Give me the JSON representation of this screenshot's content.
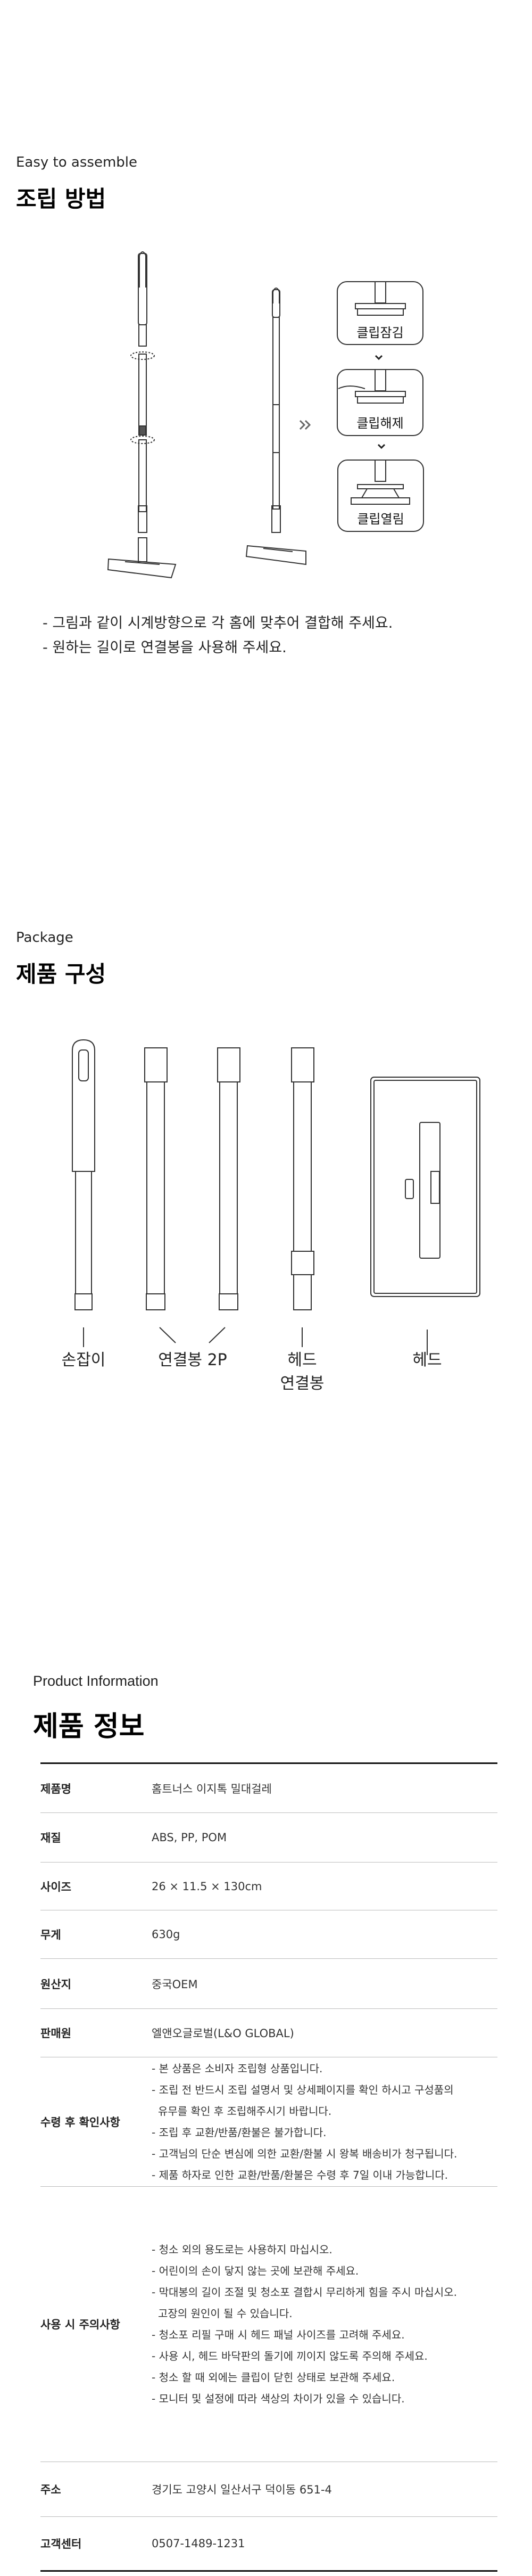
{
  "assemble": {
    "eyebrow": "Easy to assemble",
    "title": "조립 방법",
    "clip_steps": [
      "클립잠김",
      "클립해제",
      "클립열림"
    ],
    "instructions": [
      "- 그림과 같이 시계방향으로 각 홈에 맞추어 결합해 주세요.",
      "- 원하는 길이로 연결봉을 사용해 주세요."
    ]
  },
  "package": {
    "eyebrow": "Package",
    "title": "제품 구성",
    "items": [
      {
        "label": "손잡이"
      },
      {
        "label": "연결봉 2P"
      },
      {
        "label": "헤드",
        "label2": "연결봉"
      },
      {
        "label": "헤드"
      }
    ]
  },
  "info": {
    "eyebrow": "Product Information",
    "title": "제품 정보",
    "rows": [
      {
        "key": "제품명",
        "value": "홈트너스 이지톡 밀대걸레"
      },
      {
        "key": "재질",
        "value": "ABS, PP, POM"
      },
      {
        "key": "사이즈",
        "value": "26 × 11.5 × 130cm"
      },
      {
        "key": "무게",
        "value": "630g"
      },
      {
        "key": "원산지",
        "value": "중국OEM"
      },
      {
        "key": "판매원",
        "value": "엘앤오글로벌(L&O GLOBAL)"
      }
    ],
    "check": {
      "key": "수령 후 확인사항",
      "lines": [
        "- 본 상품은 소비자 조립형 상품입니다.",
        "- 조립 전 반드시 조립 설명서 및 상세페이지를 확인 하시고 구성품의",
        "유무를 확인 후 조립해주시기 바랍니다.",
        "- 조립 후 교환/반품/환불은 불가합니다.",
        "- 고객님의 단순 변심에 의한 교환/환불 시 왕복 배송비가 청구됩니다.",
        "- 제품 하자로 인한 교환/반품/환불은 수령 후 7일 이내 가능합니다."
      ]
    },
    "caution": {
      "key": "사용 시 주의사항",
      "lines": [
        "- 청소 외의 용도로는 사용하지 마십시오.",
        "- 어린이의 손이 닿지 않는 곳에 보관해 주세요.",
        "- 막대봉의 길이 조절 및 청소포 결합시 무리하게 힘을 주시 마십시오.",
        "고장의 원인이 될 수 있습니다.",
        "- 청소포 리필 구매 시 헤드 패널 사이즈를 고려해 주세요.",
        "- 사용 시, 헤드 바닥판의 돌기에 끼이지 않도록 주의해 주세요.",
        "- 청소 할 때 외에는 클립이 닫힌 상태로 보관해 주세요.",
        "- 모니터 및 설정에 따라 색상의 차이가 있을 수 있습니다."
      ]
    },
    "tail_rows": [
      {
        "key": "주소",
        "value": "경기도 고양시 일산서구 덕이동 651-4"
      },
      {
        "key": "고객센터",
        "value": "0507-1489-1231"
      }
    ]
  }
}
